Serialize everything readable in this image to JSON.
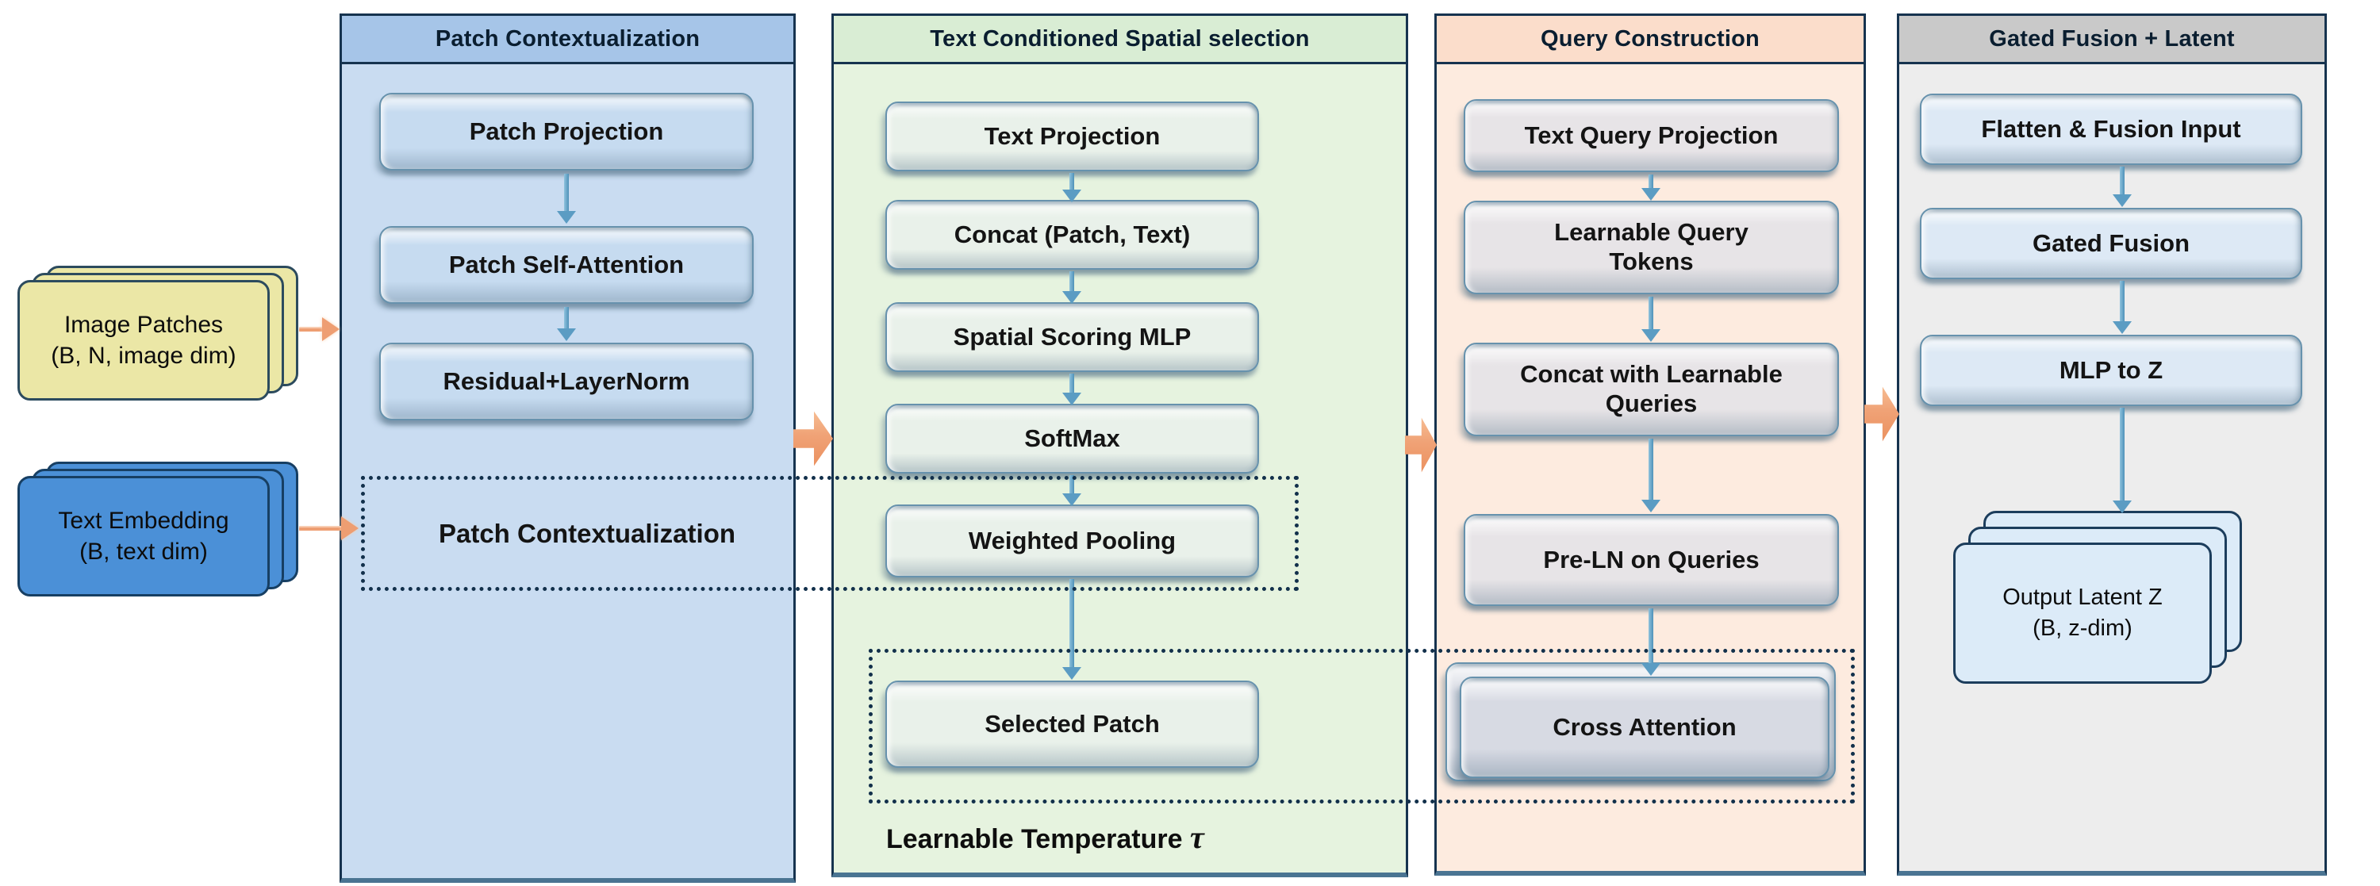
{
  "diagram": {
    "inputs": {
      "image_patches": {
        "line1": "Image Patches",
        "line2": "(B, N, image dim)"
      },
      "text_embedding": {
        "line1": "Text Embedding",
        "line2": "(B, text dim)"
      }
    },
    "columns": [
      {
        "title": "Patch Contextualization",
        "boxes": [
          "Patch Projection",
          "Patch Self-Attention",
          "Residual+LayerNorm"
        ],
        "dotted_label": "Patch Contextualization"
      },
      {
        "title": "Text Conditioned Spatial selection",
        "boxes": [
          "Text Projection",
          "Concat (Patch, Text)",
          "Spatial Scoring MLP",
          "SoftMax",
          "Weighted Pooling",
          "Selected Patch"
        ],
        "note_text": "Learnable Temperature ",
        "note_symbol": "τ"
      },
      {
        "title": "Query Construction",
        "boxes": [
          "Text Query Projection",
          "Learnable Query Tokens",
          "Concat with Learnable Queries",
          "Pre-LN on Queries",
          "Cross Attention"
        ]
      },
      {
        "title": "Gated Fusion + Latent",
        "boxes": [
          "Flatten & Fusion Input",
          "Gated Fusion",
          "MLP to Z"
        ],
        "output": {
          "line1": "Output Latent Z",
          "line2": "(B, z-dim)"
        }
      }
    ],
    "colors": {
      "col1_header": "#a6c5e8",
      "col1_body": "#c9dcf1",
      "col1_box": "#c6dbf0",
      "col2_header": "#d9edd4",
      "col2_body": "#e6f3df",
      "col2_box": "#e9f1ea",
      "col3_header": "#fbddcb",
      "col3_body": "#fdebdf",
      "col3_box": "#e7e4e7",
      "col4_header": "#c9c9c9",
      "col4_body": "#ededed",
      "col4_box": "#dde9f5",
      "input_card_yellow": "#ebe7a6",
      "input_card_blue": "#4b90d7",
      "output_card": "#dcebf8",
      "flow_arrow_blue": "#5b9cc3",
      "block_arrow_orange": "#f0a276",
      "dotted_outline": "#12304b",
      "column_border": "#16334f"
    }
  }
}
